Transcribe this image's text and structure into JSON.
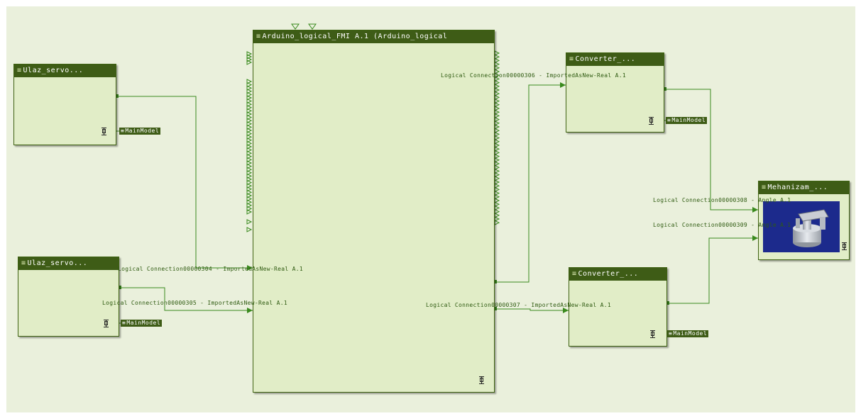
{
  "blocks": {
    "ulaz1": {
      "title": "Ulaz_servo..."
    },
    "ulaz2": {
      "title": "Ulaz_servo..."
    },
    "arduino": {
      "title": "Arduino_logical_FMI A.1 (Arduino_logical"
    },
    "conv1": {
      "title": "Converter_..."
    },
    "conv2": {
      "title": "Converter_..."
    },
    "meh": {
      "title": "Mehanizam_..."
    }
  },
  "tags": {
    "main_model": "MainModel"
  },
  "connections": {
    "c304": "Logical Connection00000304 - ImportedAsNew-Real A.1",
    "c305": "Logical Connection00000305 - ImportedAsNew-Real A.1",
    "c306": "Logical Connection00000306 - ImportedAsNew-Real A.1",
    "c307": "Logical Connection00000307 - ImportedAsNew-Real A.1",
    "c308": "Logical Connection00000308 - Angle A.1",
    "c309": "Logical Connection00000309 - Angle A.1"
  },
  "colors": {
    "header": "#3e5c16",
    "block_fill": "#e1edc7",
    "link": "#3a8a1e",
    "workspace": "#eaf0dc"
  },
  "icons": {
    "block_icon": "product-icon",
    "tag_icon": "model-link-icon",
    "clamp_icon": "clamp-icon"
  }
}
